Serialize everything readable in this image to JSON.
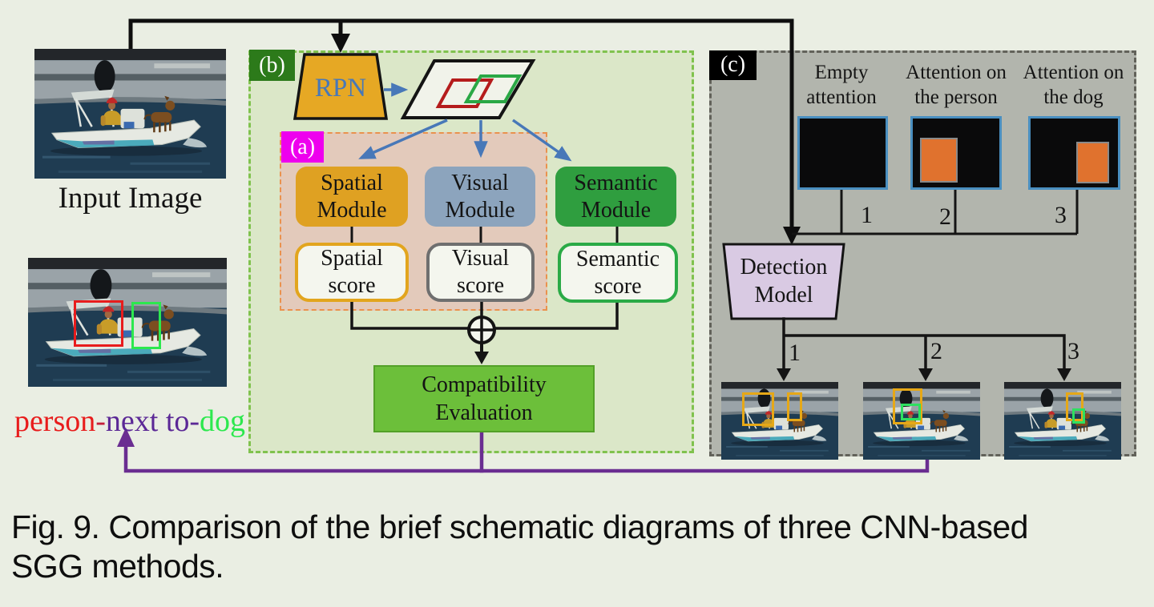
{
  "figure": {
    "caption": "Fig. 9. Comparison of the brief schematic diagrams of three CNN-based\nSGG methods."
  },
  "input": {
    "label": "Input Image"
  },
  "triplet": {
    "subject": "person",
    "dash1": "-",
    "predicate": "next to",
    "dash2": "-",
    "object": "dog"
  },
  "panel_b": {
    "tag": "(b)",
    "rpn": "RPN",
    "panel_a_tag": "(a)",
    "modules": [
      {
        "label": "Spatial\nModule",
        "score": "Spatial\nscore"
      },
      {
        "label": "Visual\nModule",
        "score": "Visual\nscore"
      },
      {
        "label": "Semantic\nModule",
        "score": "Semantic\nscore"
      }
    ],
    "compatibility": "Compatibility\nEvaluation"
  },
  "panel_c": {
    "tag": "(c)",
    "attention_maps": [
      {
        "caption": "Empty\nattention",
        "index": "1"
      },
      {
        "caption": "Attention on\nthe person",
        "index": "2"
      },
      {
        "caption": "Attention on\nthe dog",
        "index": "3"
      }
    ],
    "detection_model": "Detection\nModel",
    "output_indices": [
      "1",
      "2",
      "3"
    ]
  },
  "icons": {
    "fusion_operator": "circled-plus-icon",
    "rpn_shape": "trapezoid",
    "detection_shape": "trapezoid",
    "proposals_shape": "parallelogram-with-red-and-green-boxes"
  },
  "colors": {
    "background": "#eaeee3",
    "panel_b_fill": "#dbe7c8",
    "panel_b_border": "#80c24e",
    "panel_b_tag_bg": "#2c7a1a",
    "panel_a_fill": "#e3cabb",
    "panel_a_border": "#ea924e",
    "panel_a_tag_bg": "#ee00ee",
    "panel_c_fill": "#b2b5ad",
    "panel_c_border": "#62625a",
    "panel_c_tag_bg": "#000000",
    "rpn_fill": "#e6a824",
    "rpn_text": "#4878b8",
    "spatial_module": "#dfa122",
    "visual_module": "#8ca4bd",
    "semantic_module": "#2f9e3f",
    "spatial_score_border": "#e2a51e",
    "visual_score_border": "#6f6f6f",
    "semantic_score_border": "#2aaa46",
    "compatibility_fill": "#6cbf3a",
    "detection_fill": "#d9cae3",
    "blue_arrow": "#4878b8",
    "purple_arrow": "#6a2d91",
    "attention_border": "#4a8fc0",
    "attention_fill": "#0a0a0b",
    "attention_highlight": "#e0722e",
    "result_box_orange": "#e6a817",
    "result_box_green": "#2ee060",
    "subject_text": "#e81c1c",
    "predicate_text": "#5b2896",
    "object_text": "#2ce84e",
    "proposal_red": "#b51c1c",
    "proposal_green": "#2aa845"
  }
}
